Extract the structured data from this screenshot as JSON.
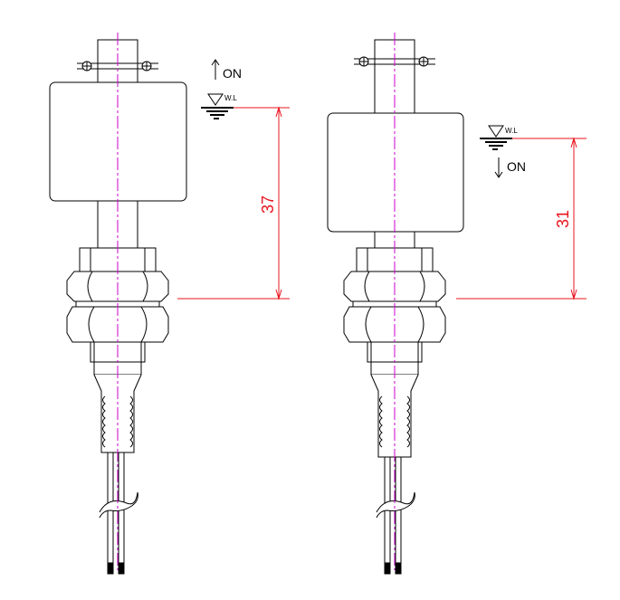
{
  "colors": {
    "outline": "#000000",
    "dimension": "#e8141e",
    "centerline": "#cc00cc"
  },
  "switches": [
    {
      "id": "left",
      "state_label": "ON",
      "state_direction": "up",
      "water_level_label": "W.L",
      "dimension_value": "37"
    },
    {
      "id": "right",
      "state_label": "ON",
      "state_direction": "down",
      "water_level_label": "W.L",
      "dimension_value": "31"
    }
  ]
}
